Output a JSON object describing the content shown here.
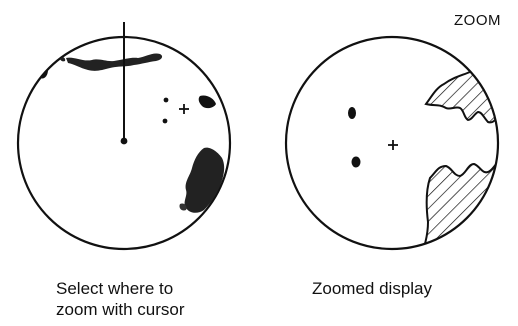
{
  "zoom_label": "ZOOM",
  "captions": {
    "left": {
      "line1": "Select where to",
      "line2": "zoom with cursor"
    },
    "right": "Zoomed display"
  }
}
